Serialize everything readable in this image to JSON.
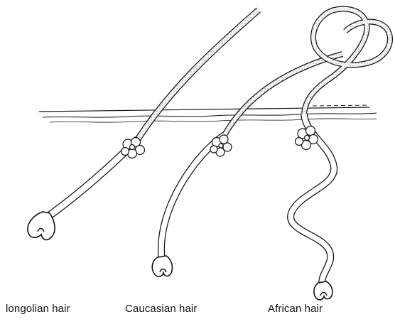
{
  "captions": {
    "mongolian": "longolian hair",
    "caucasian": "Caucasian hair",
    "african": "African hair"
  },
  "colors": {
    "ink": "#111111",
    "hair_fill": "#ffffff",
    "background": "#ffffff"
  },
  "icons": [
    "skin-surface-line",
    "sebaceous-gland",
    "hair-bulb"
  ]
}
